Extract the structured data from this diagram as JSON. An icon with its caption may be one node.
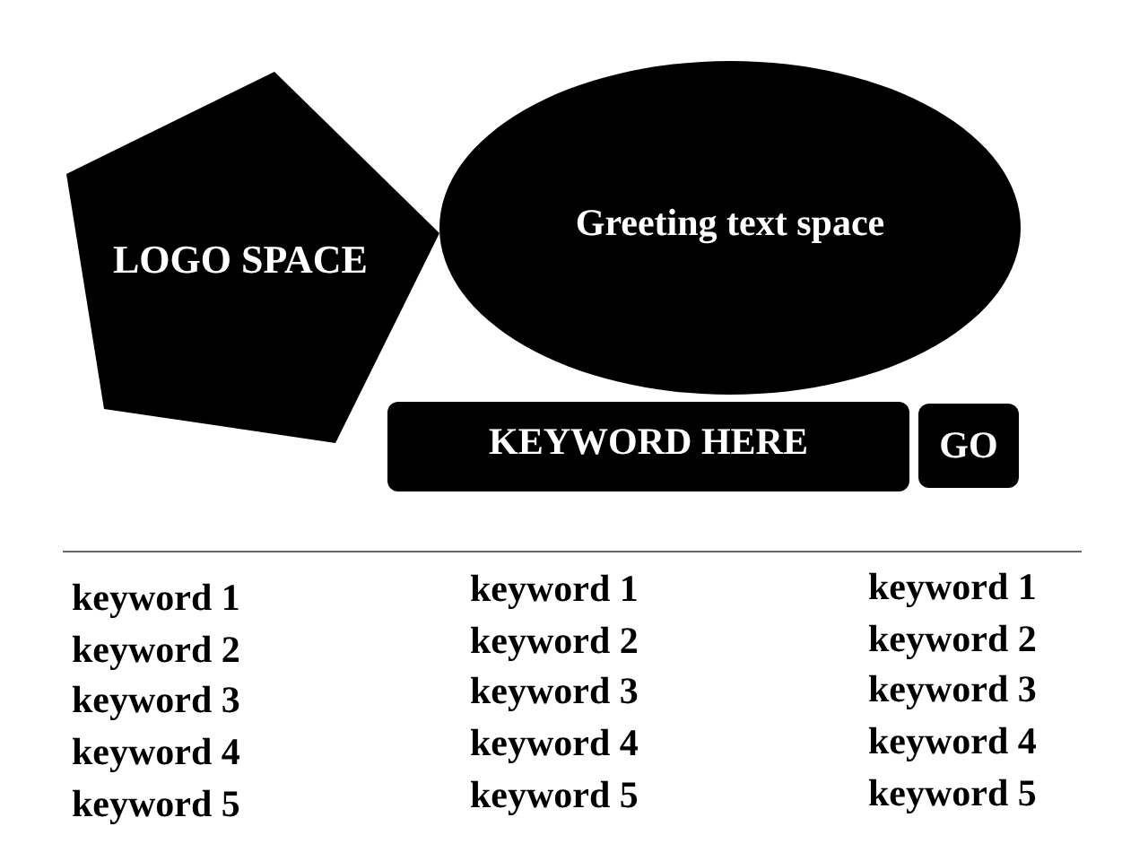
{
  "diagram": {
    "nodes": [
      {
        "text": [
          "LOGO SPACE"
        ]
      },
      {
        "text": [
          "Greeting text space"
        ]
      },
      {
        "text": [
          "KEYWORD HERE"
        ]
      },
      {
        "text": [
          "GO"
        ]
      }
    ],
    "labels": [
      "keyword 1",
      "keyword 2",
      "keyword 3",
      "keyword 4",
      "keyword 5",
      "keyword 1",
      "keyword 2",
      "keyword 3",
      "keyword 4",
      "keyword 5",
      "keyword 1",
      "keyword 2",
      "keyword 3",
      "keyword 4",
      "keyword 5"
    ]
  }
}
